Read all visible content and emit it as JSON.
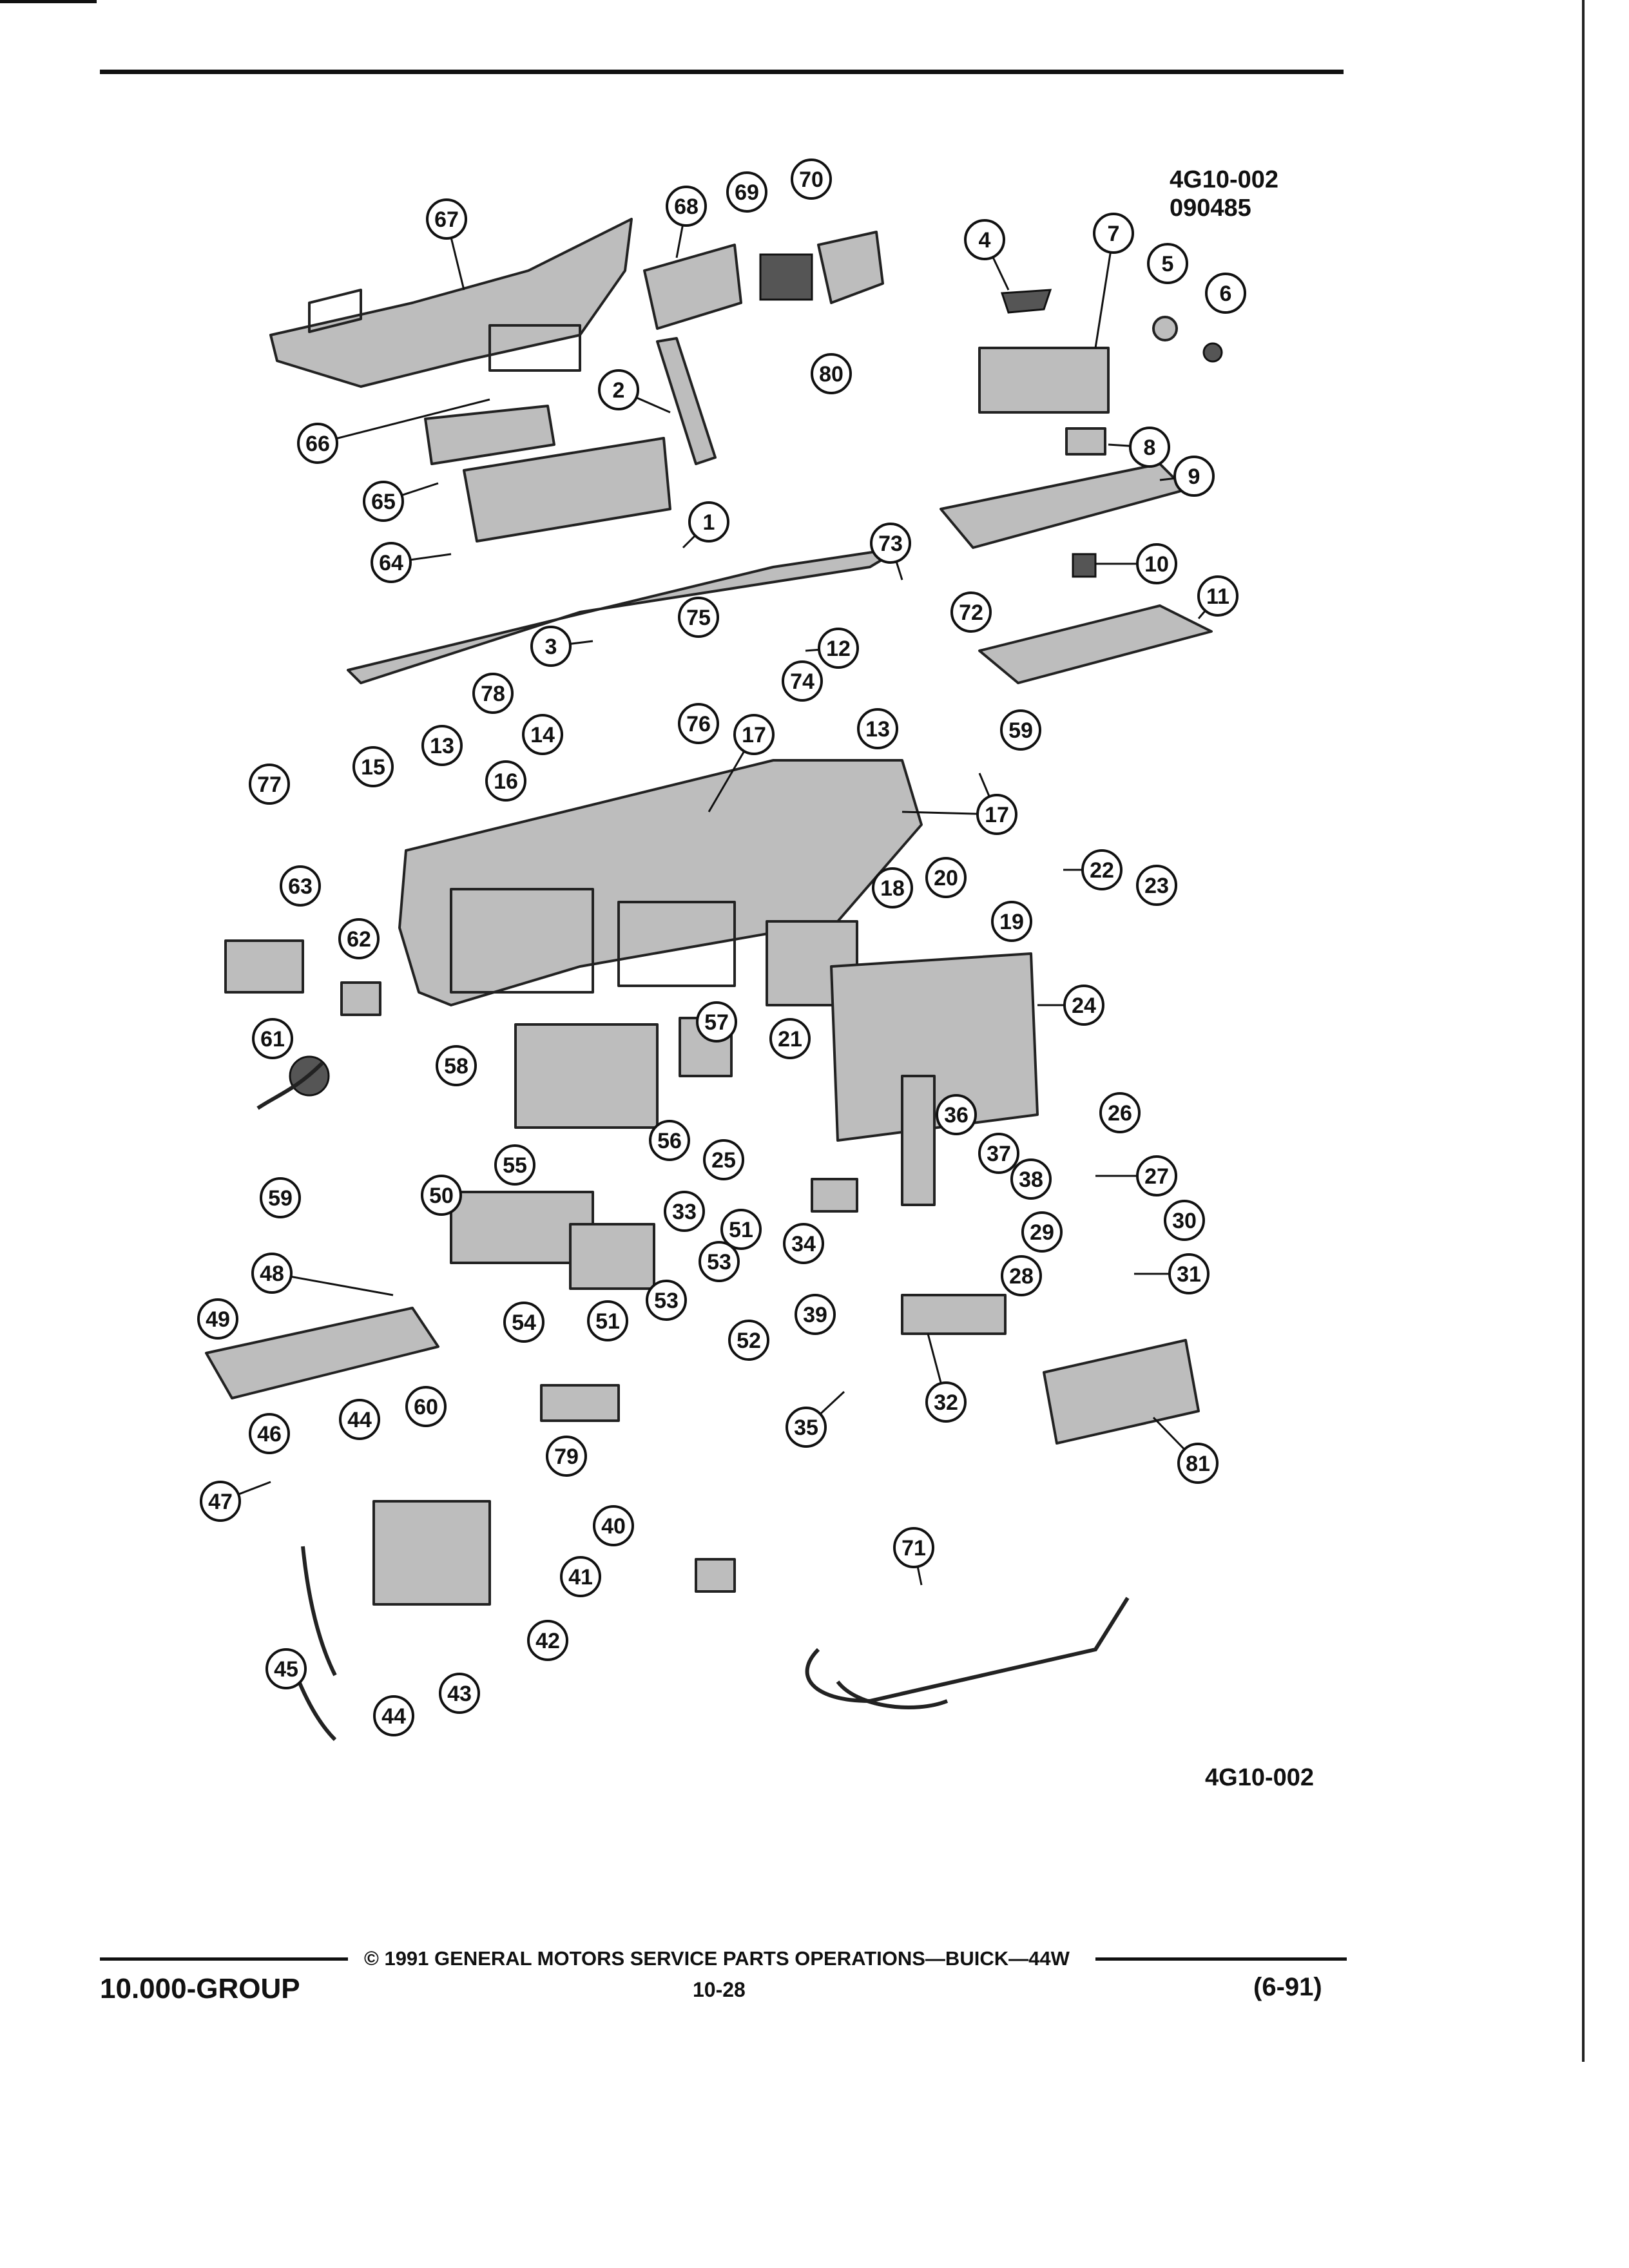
{
  "header": {
    "figure_code": "4G10-002",
    "figure_date": "090485"
  },
  "diagram": {
    "callouts": [
      "1",
      "2",
      "3",
      "4",
      "5",
      "6",
      "7",
      "8",
      "9",
      "10",
      "11",
      "12",
      "13",
      "13",
      "14",
      "15",
      "16",
      "17",
      "17",
      "18",
      "19",
      "20",
      "21",
      "22",
      "23",
      "24",
      "25",
      "26",
      "27",
      "28",
      "29",
      "30",
      "31",
      "32",
      "33",
      "34",
      "35",
      "36",
      "37",
      "38",
      "39",
      "40",
      "41",
      "42",
      "43",
      "44",
      "44",
      "45",
      "46",
      "47",
      "48",
      "49",
      "50",
      "51",
      "51",
      "52",
      "53",
      "53",
      "54",
      "55",
      "56",
      "57",
      "58",
      "59",
      "59",
      "60",
      "61",
      "62",
      "63",
      "64",
      "65",
      "66",
      "67",
      "68",
      "69",
      "70",
      "71",
      "72",
      "73",
      "74",
      "75",
      "76",
      "77",
      "78",
      "79",
      "80",
      "81"
    ],
    "footer_code": "4G10-002"
  },
  "footer": {
    "copyright": "© 1991 GENERAL MOTORS SERVICE PARTS OPERATIONS—BUICK—44W",
    "group": "10.000-GROUP",
    "page_number": "10-28",
    "revision": "(6-91)"
  },
  "colors": {
    "ink": "#111111",
    "paper": "#ffffff",
    "part_fill": "#bdbdbd"
  }
}
